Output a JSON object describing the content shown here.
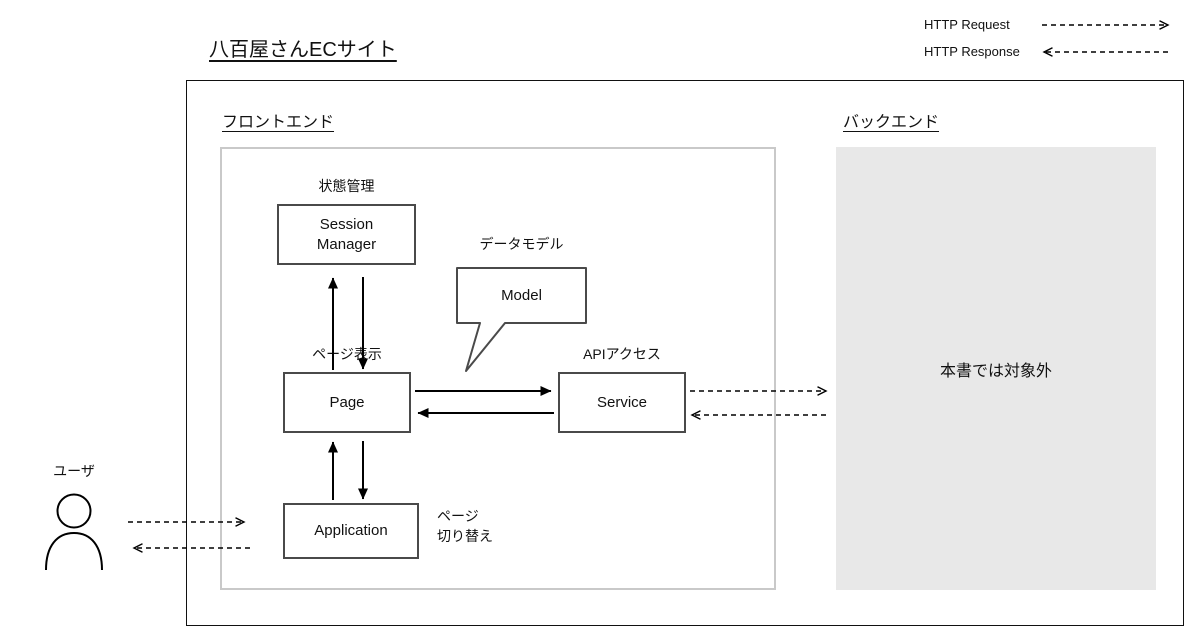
{
  "title": "八百屋さんECサイト",
  "legend": {
    "request_label": "HTTP Request",
    "response_label": "HTTP Response"
  },
  "frontend": {
    "heading": "フロントエンド",
    "session_manager": {
      "caption": "状態管理",
      "label": "Session\nManager"
    },
    "model": {
      "caption": "データモデル",
      "label": "Model"
    },
    "page": {
      "caption": "ページ表示",
      "label": "Page"
    },
    "service": {
      "caption": "APIアクセス",
      "label": "Service"
    },
    "application": {
      "label": "Application",
      "note": "ページ\n切り替え"
    }
  },
  "backend": {
    "heading": "バックエンド",
    "note": "本書では対象外"
  },
  "user": {
    "label": "ユーザ"
  },
  "colors": {
    "node_border": "#4a4a4a",
    "frontend_border": "#c9c9c9",
    "backend_fill": "#e8e8e8"
  }
}
